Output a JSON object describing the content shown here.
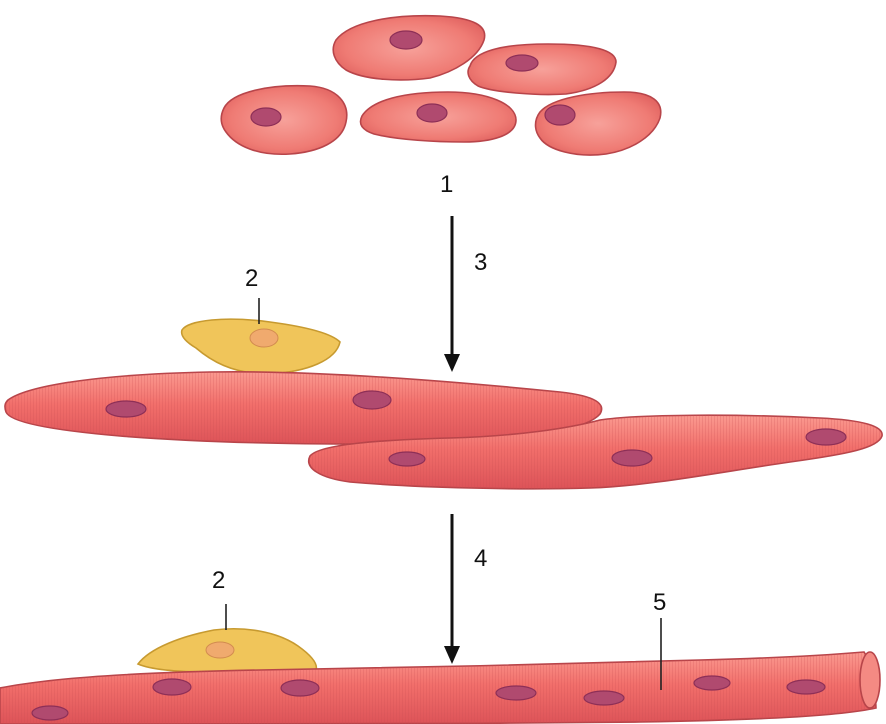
{
  "labels": {
    "stage1": "1",
    "satellite_top": "2",
    "arrow_upper": "3",
    "satellite_bottom": "2",
    "arrow_lower": "4",
    "mature_fiber": "5"
  },
  "colors": {
    "cell_fill": "#f26f6b",
    "cell_stroke": "#b8454a",
    "nucleus": "#b04a6f",
    "satellite_cell": "#f0c55a"
  }
}
